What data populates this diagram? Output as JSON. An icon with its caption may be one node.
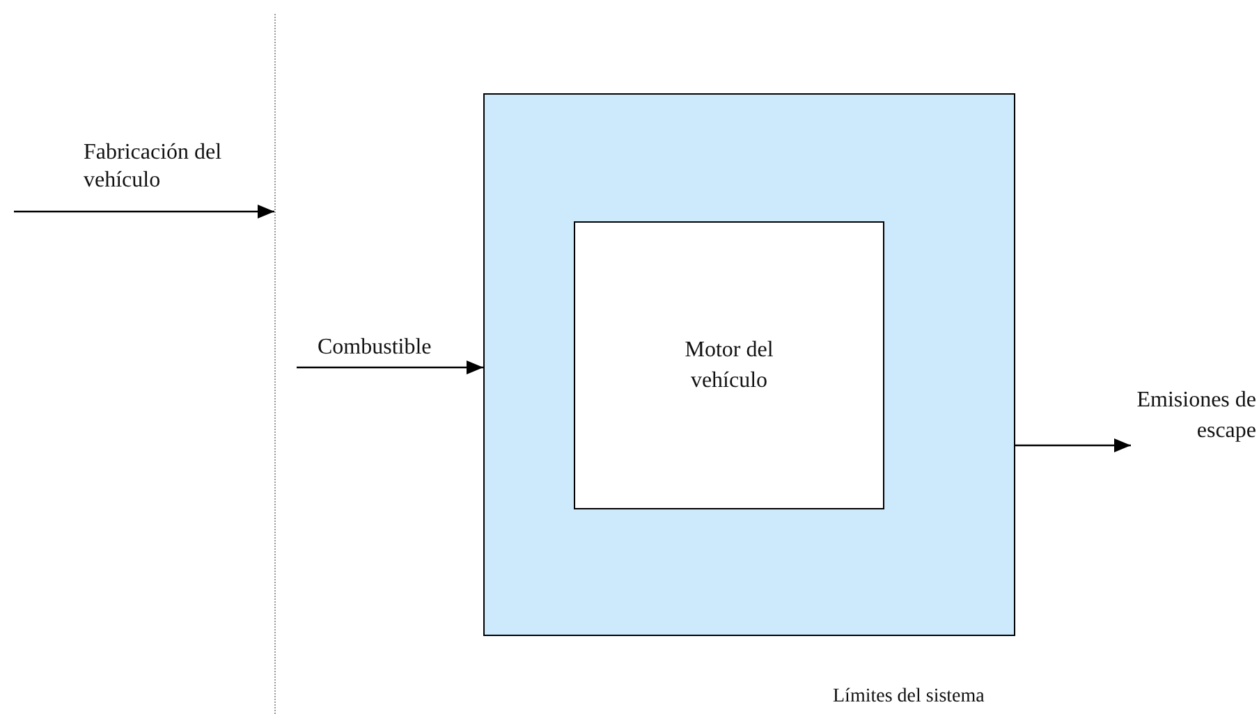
{
  "diagram": {
    "nodes": [
      {
        "text": [],
        "shape": "bar"
      },
      {
        "text": [],
        "shape": "box",
        "beside": [
          "Límites del sistema"
        ]
      },
      {
        "text": [
          "Motor del vehículo"
        ],
        "in": 1
      },
      {
        "text": [
          "Emisiones de escape"
        ]
      }
    ],
    "edges": [
      {
        "from": null,
        "to": 0,
        "arrow": "to",
        "label": "Fabricación del vehículo"
      },
      {
        "from": null,
        "to": 1,
        "arrow": "to",
        "label": "Combustible"
      },
      {
        "from": 2,
        "to": 3,
        "arrow": "to"
      }
    ]
  }
}
